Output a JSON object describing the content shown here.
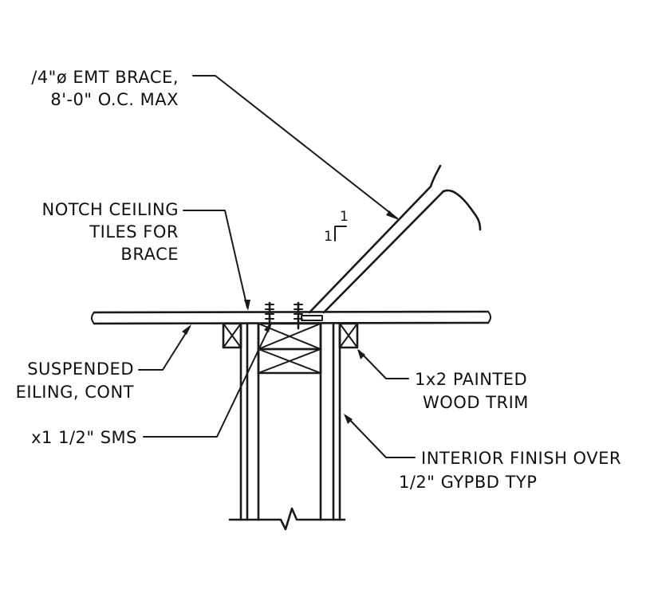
{
  "labels": {
    "brace_line1": "/4\"ø EMT BRACE,",
    "brace_line2": "8'-0\" O.C. MAX",
    "notch_line1": "NOTCH CEILING",
    "notch_line2": "TILES FOR",
    "notch_line3": "BRACE",
    "ceiling_line1": "SUSPENDED",
    "ceiling_line2": "EILING, CONT",
    "sms": "x1  1/2\"  SMS",
    "trim_line1": "1x2  PAINTED",
    "trim_line2": "WOOD  TRIM",
    "finish_line1": "INTERIOR  FINISH  OVER",
    "finish_line2": "1/2\"  GYPBD  TYP",
    "slope_rise": "1",
    "slope_run": "1"
  }
}
